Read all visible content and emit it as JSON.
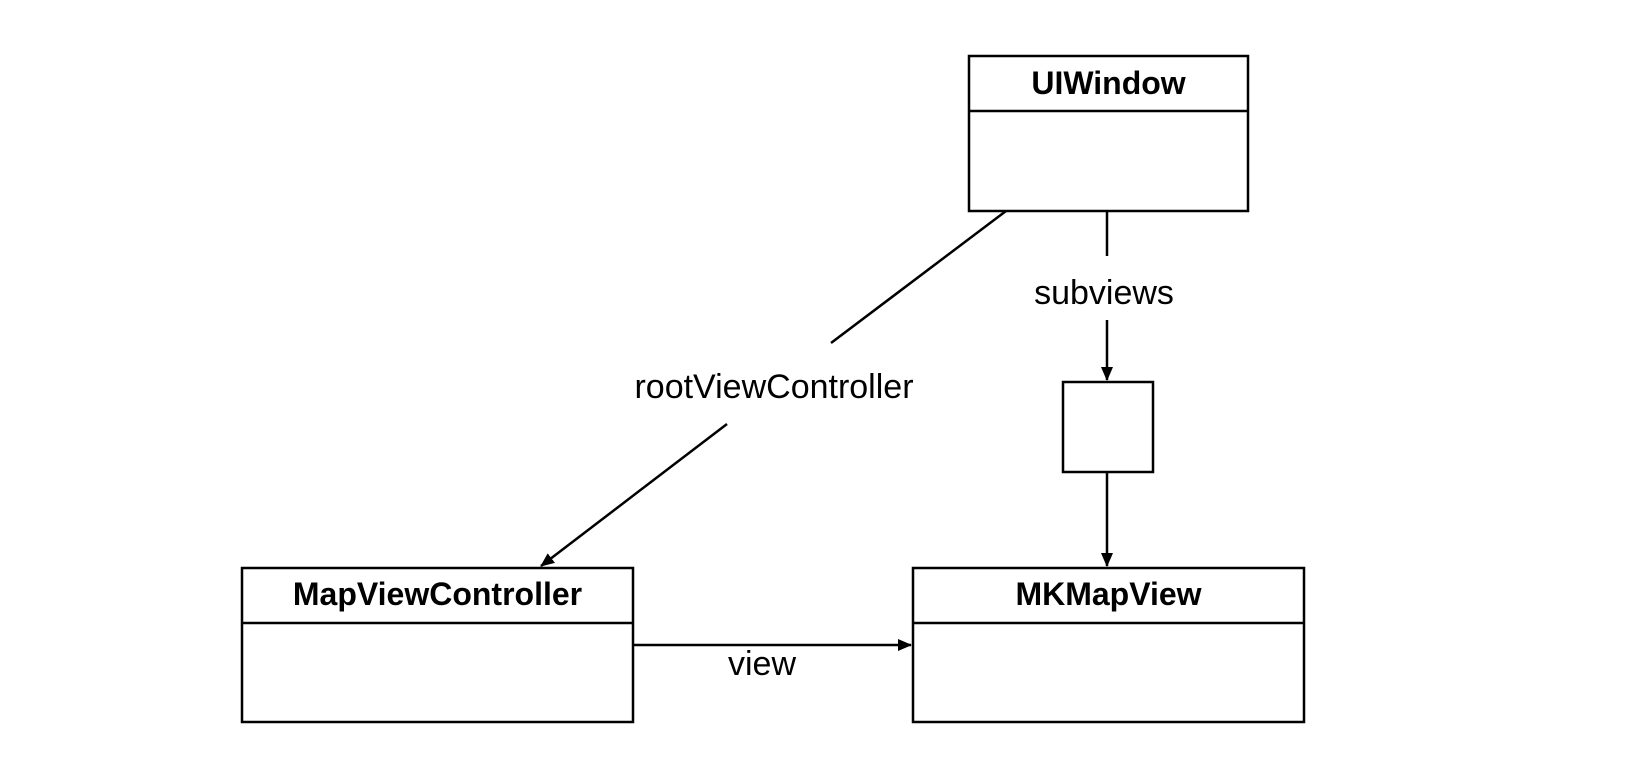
{
  "classes": {
    "uiwindow": {
      "title": "UIWindow"
    },
    "mapviewcontroller": {
      "title": "MapViewController"
    },
    "mkmapview": {
      "title": "MKMapView"
    }
  },
  "relationships": {
    "root_view_controller": {
      "label": "rootViewController",
      "from": "UIWindow",
      "to": "MapViewController"
    },
    "subviews": {
      "label": "subviews",
      "from": "UIWindow",
      "to": "MKMapView"
    },
    "view": {
      "label": "view",
      "from": "MapViewController",
      "to": "MKMapView"
    }
  },
  "colors": {
    "stroke": "#000000",
    "background": "#ffffff"
  }
}
